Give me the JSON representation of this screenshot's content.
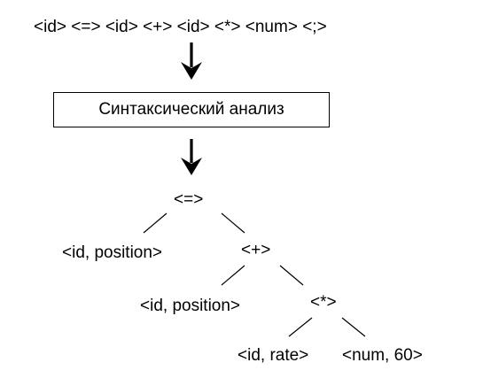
{
  "tokens": "<id> <=> <id> <+> <id> <*> <num> <;>",
  "phase": "Синтаксический анализ",
  "tree": {
    "root": "<=>",
    "left1": "<id, position>",
    "plus": "<+>",
    "left2": "<id, position>",
    "mul": "<*>",
    "rate": "<id, rate>",
    "num": "<num, 60>"
  },
  "colors": {
    "ink": "#000000",
    "background": "#ffffff"
  }
}
